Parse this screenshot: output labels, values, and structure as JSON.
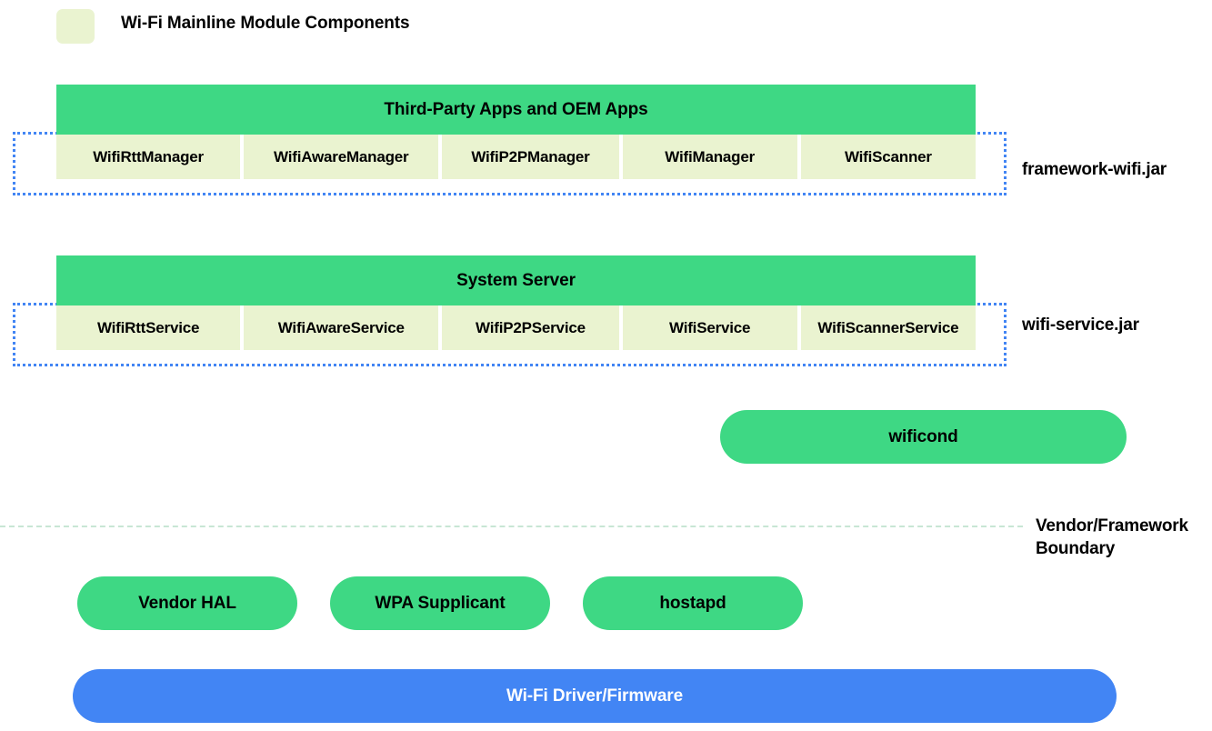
{
  "legend": {
    "swatch_color": "#eaf3d0",
    "label": "Wi-Fi Mainline Module Components"
  },
  "colors": {
    "module_fill": "#eaf3d0",
    "layer_green": "#3ed884",
    "driver_blue": "#4285f4",
    "dotted_border": "#4285f4",
    "boundary_dash": "#c8e6d4"
  },
  "layers": {
    "apps": {
      "header": "Third-Party Apps and OEM Apps",
      "jar_label": "framework-wifi.jar",
      "cells": [
        "WifiRttManager",
        "WifiAwareManager",
        "WifiP2PManager",
        "WifiManager",
        "WifiScanner"
      ]
    },
    "system_server": {
      "header": "System Server",
      "jar_label": "wifi-service.jar",
      "cells": [
        "WifiRttService",
        "WifiAwareService",
        "WifiP2PService",
        "WifiService",
        "WifiScannerService"
      ]
    },
    "wificond": {
      "label": "wificond"
    },
    "boundary": {
      "label_line1": "Vendor/Framework",
      "label_line2": "Boundary"
    },
    "vendor": {
      "pills": [
        "Vendor HAL",
        "WPA Supplicant",
        "hostapd"
      ]
    },
    "driver": {
      "label": "Wi-Fi Driver/Firmware"
    }
  }
}
